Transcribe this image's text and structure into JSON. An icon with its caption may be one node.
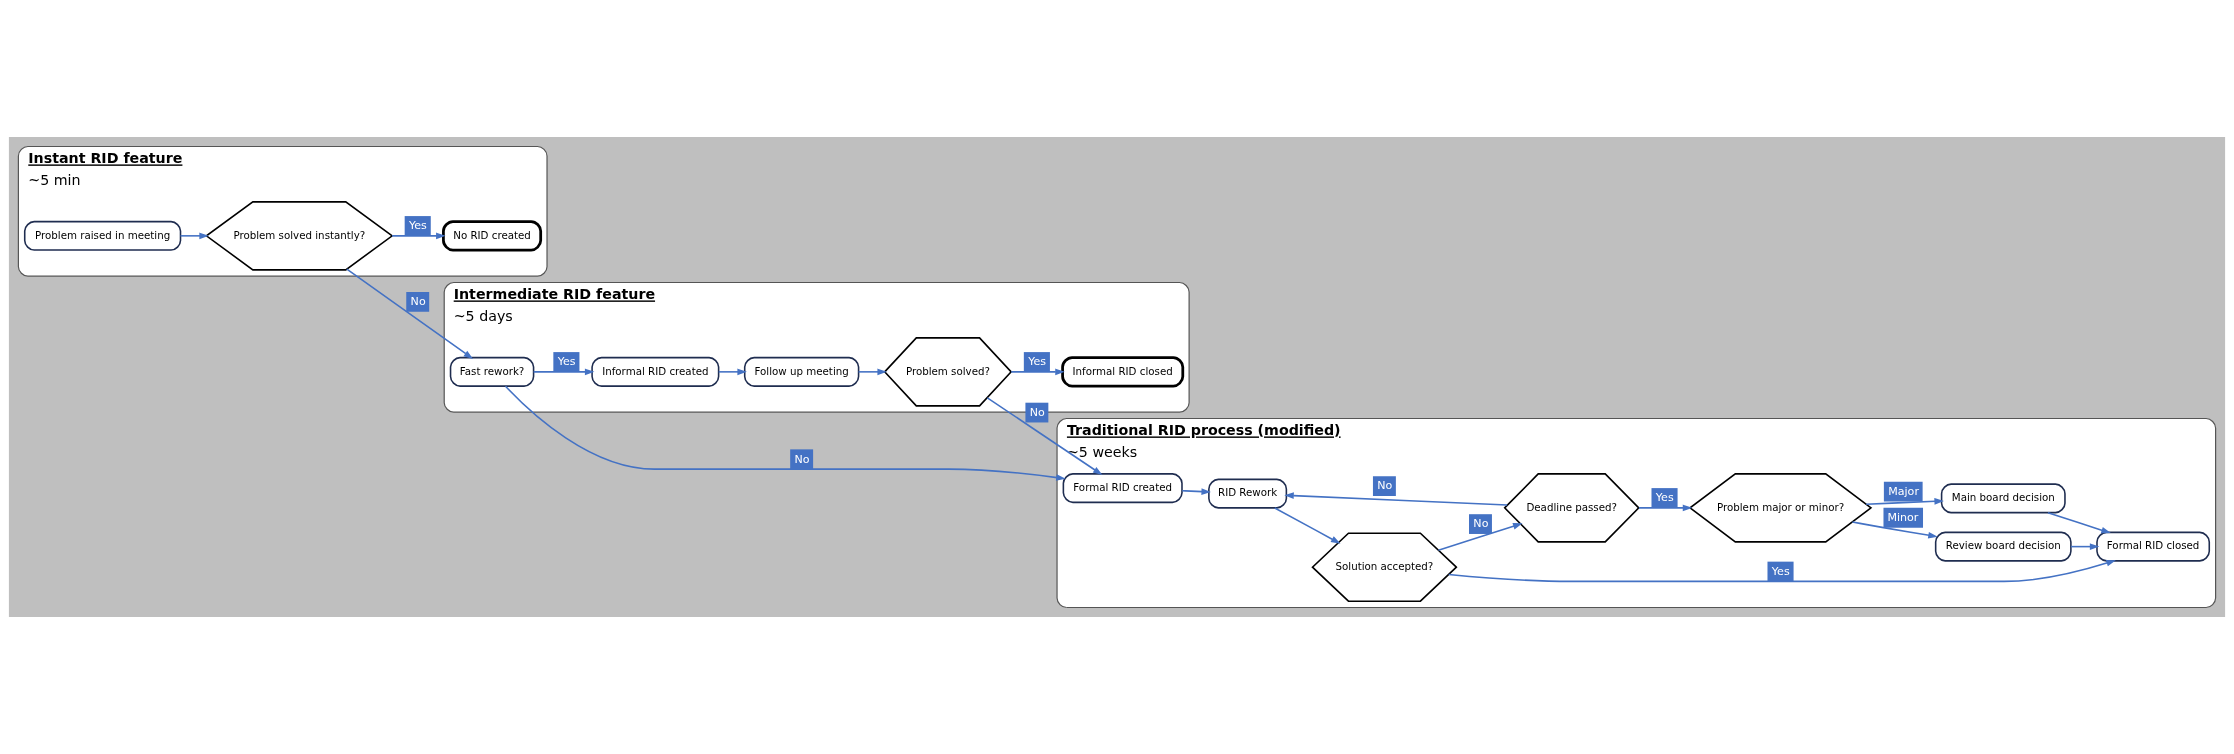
{
  "diagram": {
    "nodes": [
      {
        "text": [
          "Instant RID feature",
          "~5 min"
        ]
      },
      {
        "text": [
          "Problem raised in meeting"
        ],
        "in": 0
      },
      {
        "text": [
          "Problem solved instantly?"
        ],
        "in": 0
      },
      {
        "text": [
          "No RID created"
        ],
        "in": 0
      },
      {
        "text": [
          "Intermediate RID feature",
          "~5 days"
        ]
      },
      {
        "text": [
          "Fast rework?"
        ],
        "in": 4
      },
      {
        "text": [
          "Informal RID created"
        ],
        "in": 4
      },
      {
        "text": [
          "Follow up meeting"
        ],
        "in": 4
      },
      {
        "text": [
          "Problem solved?"
        ],
        "in": 4
      },
      {
        "text": [
          "Informal RID closed"
        ],
        "in": 4
      },
      {
        "text": [
          "Traditional RID process (modified)",
          "~5 weeks"
        ]
      },
      {
        "text": [
          "Formal RID created"
        ],
        "in": 10
      },
      {
        "text": [
          "RID Rework"
        ],
        "in": 10
      },
      {
        "text": [
          "Solution accepted?"
        ],
        "in": 10
      },
      {
        "text": [
          "Deadline passed?"
        ],
        "in": 10
      },
      {
        "text": [
          "Problem major or minor?"
        ],
        "in": 10
      },
      {
        "text": [
          "Main board decision"
        ],
        "in": 10
      },
      {
        "text": [
          "Review board decision"
        ],
        "in": 10
      },
      {
        "text": [
          "Formal RID closed"
        ],
        "in": 10
      }
    ],
    "edges": [
      {
        "from": 1,
        "to": 2,
        "arrow": "to"
      },
      {
        "from": 2,
        "to": 5,
        "arrow": "to",
        "label": "No"
      },
      {
        "from": 2,
        "to": 3,
        "arrow": "to",
        "label": "Yes"
      },
      {
        "from": 5,
        "to": 11,
        "arrow": "to",
        "label": "No"
      },
      {
        "from": 5,
        "to": 6,
        "arrow": "to",
        "label": "Yes"
      },
      {
        "from": 6,
        "to": 7,
        "arrow": "to"
      },
      {
        "from": 7,
        "to": 8,
        "arrow": "to"
      },
      {
        "from": 8,
        "to": 11,
        "arrow": "to",
        "label": "No"
      },
      {
        "from": 8,
        "to": 9,
        "arrow": "to",
        "label": "Yes"
      },
      {
        "from": 11,
        "to": 12,
        "arrow": "to"
      },
      {
        "from": 12,
        "to": 13,
        "arrow": "to"
      },
      {
        "from": 13,
        "to": 18,
        "arrow": "to",
        "label": "Yes"
      },
      {
        "from": 13,
        "to": 14,
        "arrow": "to",
        "label": "No"
      },
      {
        "from": 14,
        "to": 12,
        "arrow": "to",
        "label": "No"
      },
      {
        "from": 14,
        "to": 15,
        "arrow": "to",
        "label": "Yes"
      },
      {
        "from": 15,
        "to": 16,
        "arrow": "to",
        "label": "Major"
      },
      {
        "from": 15,
        "to": 17,
        "arrow": "to",
        "label": "Minor"
      },
      {
        "from": 16,
        "to": 18,
        "arrow": "to"
      },
      {
        "from": 17,
        "to": 18,
        "arrow": "to"
      }
    ]
  }
}
